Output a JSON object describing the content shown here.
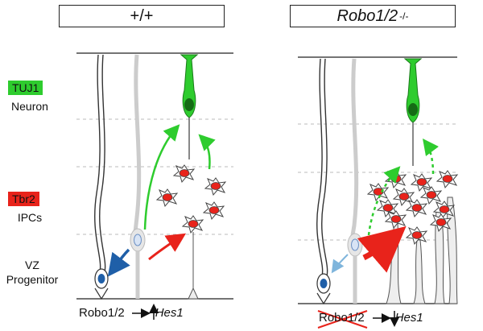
{
  "panels": {
    "left_title": "+/+",
    "right_title_main": "Robo1/2",
    "right_title_sup": "-/-"
  },
  "legend": {
    "neuron_marker": "TUJ1",
    "neuron_label": "Neuron",
    "ipc_marker": "Tbr2",
    "ipc_label": "IPCs",
    "progenitor_line1": "VZ",
    "progenitor_line2": "Progenitor"
  },
  "bottom": {
    "left_gene": "Robo1/2",
    "left_effect_arrow": "↑",
    "left_target": "Hes1",
    "right_gene": "Robo1/2",
    "right_effect_arrow": "↓",
    "right_target": "Hes1",
    "arrow_glyph": "→"
  },
  "colors": {
    "neuron_green": "#2ecc2e",
    "ipc_red": "#e8231b",
    "progenitor_blue": "#1f5fa8",
    "ipc_fill": "#e8231b"
  }
}
